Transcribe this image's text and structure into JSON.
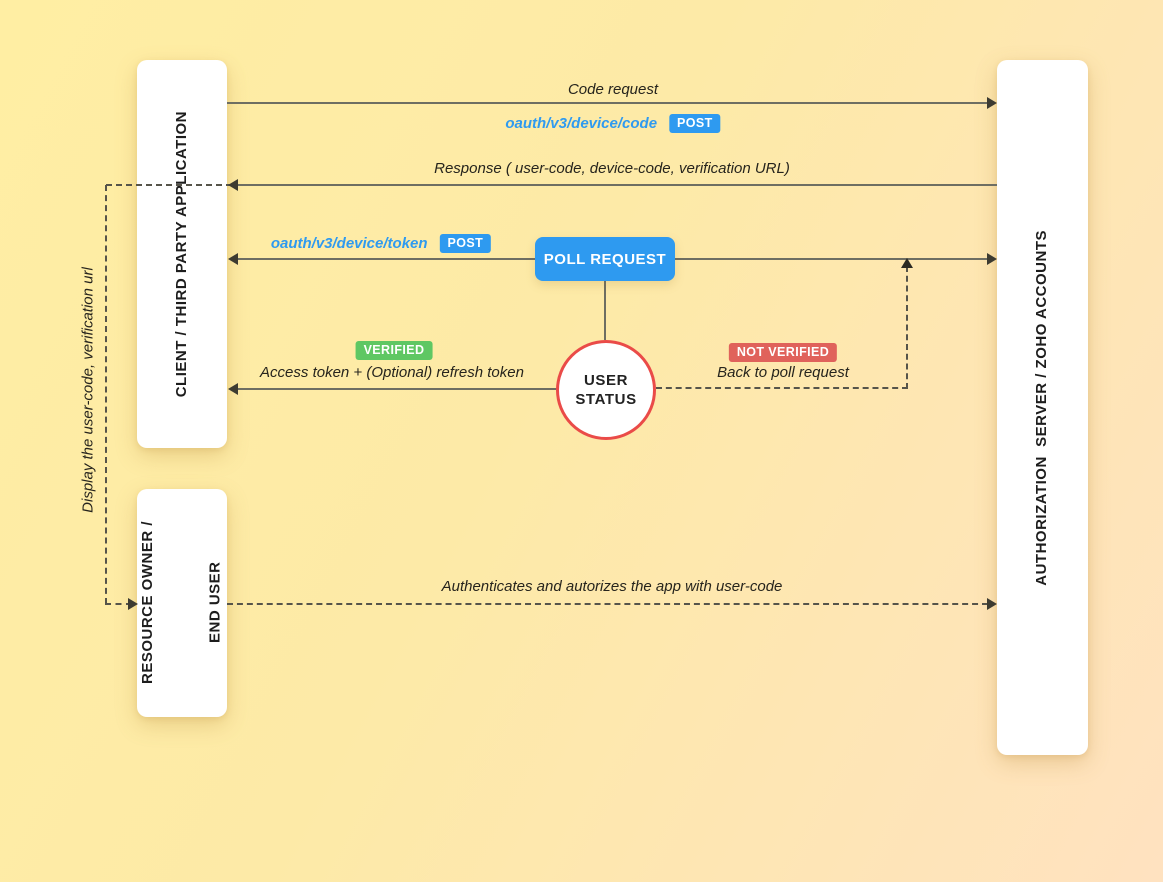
{
  "nodes": {
    "client": {
      "label": "CLIENT / THIRD PARTY APPLICATION"
    },
    "resource_owner": {
      "label_line1": "RESOURCE OWNER /",
      "label_line2": "END USER"
    },
    "auth_server": {
      "label": "AUTHORIZATION  SERVER / ZOHO ACCOUNTS"
    },
    "poll_request": {
      "label": "POLL REQUEST"
    },
    "user_status": {
      "label_line1": "USER",
      "label_line2": "STATUS"
    }
  },
  "edges": {
    "code_request": {
      "label": "Code request",
      "endpoint": "oauth/v3/device/code",
      "method": "POST"
    },
    "response": {
      "label": "Response ( user-code, device-code, verification URL)"
    },
    "token_request": {
      "endpoint": "oauth/v3/device/token",
      "method": "POST"
    },
    "verified": {
      "badge": "VERIFIED",
      "label": "Access token + (Optional) refresh token"
    },
    "not_verified": {
      "badge": "NOT VERIFIED",
      "label": "Back to poll request"
    },
    "display_user_code": {
      "label": "Display the user-code, verification url"
    },
    "authenticate": {
      "label": "Authenticates and autorizes the app with user-code"
    }
  },
  "colors": {
    "accent_blue": "#2e9af0",
    "badge_green": "#5fc763",
    "badge_red": "#e0625b",
    "circle_border": "#ea4b48",
    "solid_line": "#6e6e62",
    "dashed_line": "#56544a",
    "background_start": "#ffeea3",
    "background_end": "#ffe2c0"
  }
}
